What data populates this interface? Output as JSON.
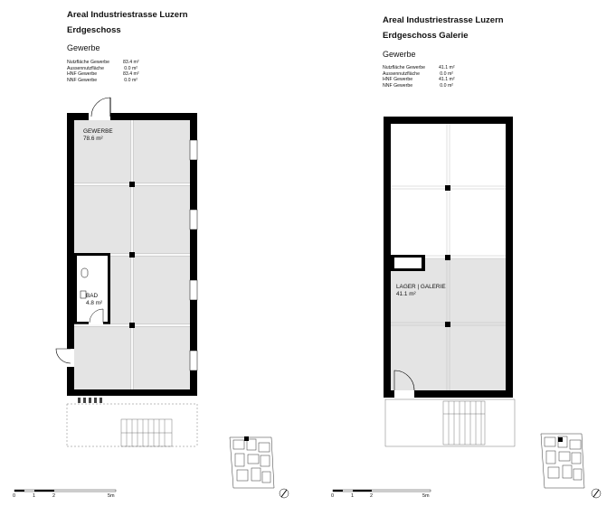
{
  "left": {
    "project": "Areal Industriestrasse Luzern",
    "floor": "Erdgeschoss",
    "use": "Gewerbe",
    "areas": [
      {
        "label": "Nutzfläche Gewerbe",
        "value": "83.4 m²"
      },
      {
        "label": "Aussennutzfläche",
        "value": "0.0 m²"
      },
      {
        "label": "HNF Gewerbe",
        "value": "83.4 m²"
      },
      {
        "label": "NNF Gewerbe",
        "value": "0.0 m²"
      }
    ],
    "rooms": [
      {
        "name": "GEWERBE",
        "area": "78.6 m²"
      },
      {
        "name": "BAD",
        "area": "4.8 m²"
      }
    ],
    "scale": [
      "0",
      "1",
      "2",
      "5m"
    ]
  },
  "right": {
    "project": "Areal Industriestrasse Luzern",
    "floor": "Erdgeschoss Galerie",
    "use": "Gewerbe",
    "areas": [
      {
        "label": "Nutzfläche Gewerbe",
        "value": "41.1 m²"
      },
      {
        "label": "Aussennutzfläche",
        "value": "0.0 m²"
      },
      {
        "label": "HNF Gewerbe",
        "value": "41.1 m²"
      },
      {
        "label": "NNF Gewerbe",
        "value": "0.0 m²"
      }
    ],
    "rooms": [
      {
        "name": "LAGER | GALERIE",
        "area": "41.1 m²"
      }
    ],
    "scale": [
      "0",
      "1",
      "2",
      "5m"
    ]
  }
}
